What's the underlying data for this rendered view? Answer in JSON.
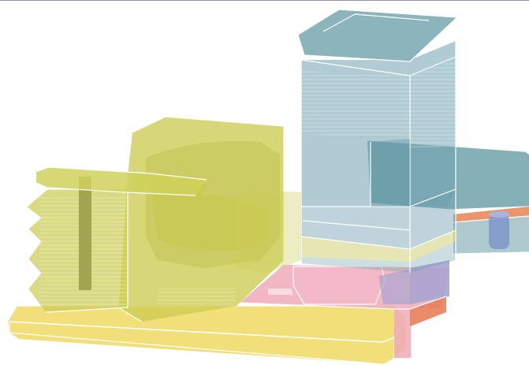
{
  "view": {
    "kind": "3d-massing-model",
    "colors": {
      "slab_yellow": "#f0dc6a",
      "podium_yellow": "#cccc52",
      "tower_blue": "#6fa0ae",
      "wing_teal": "#5e96a0",
      "pink": "#eeaab8",
      "orange": "#e88a5a",
      "lavender": "#a8a4d0",
      "frame_rule": "#8e8ec8"
    },
    "volumes": [
      "base-slab",
      "podium-mass",
      "stepped-facade",
      "cantilever-beam",
      "central-tower",
      "tower-roof",
      "right-wing",
      "pink-court",
      "orange-floor-band",
      "support-column"
    ]
  }
}
